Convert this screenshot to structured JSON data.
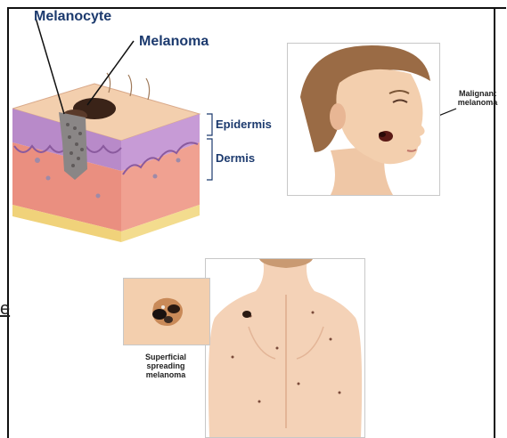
{
  "labels": {
    "melanocyte": "Melanocyte",
    "melanoma": "Melanoma",
    "epidermis": "Epidermis",
    "dermis": "Dermis",
    "malignant_melanoma": "Malignant\nmelanoma",
    "superficial_spreading": "Superficial\nspreading\nmelanoma"
  },
  "side_text": "e",
  "colors": {
    "label_blue": "#1c3a6e",
    "skin": "#f1c9a5",
    "dermis_red": "#e98a7c",
    "epidermis_purple": "#b58bc7",
    "fat_yellow": "#f0d27a",
    "lesion_dark": "#2a1a12"
  }
}
